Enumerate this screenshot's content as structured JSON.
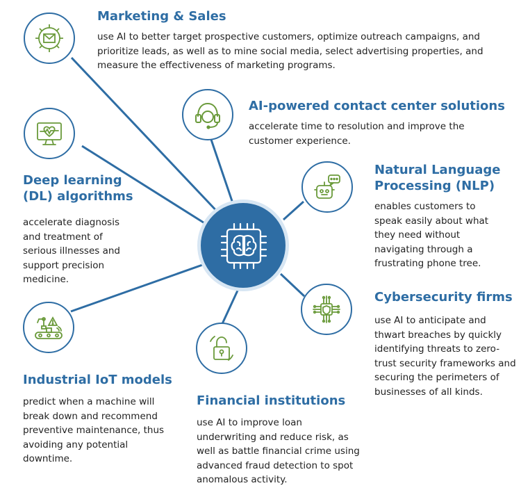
{
  "colors": {
    "accent": "#2e6da4",
    "icon_green": "#6a9a3a",
    "text": "#222222"
  },
  "hub": {
    "icon": "ai-brain-chip-icon"
  },
  "sections": {
    "marketing": {
      "icon": "envelope-gear-icon",
      "title": "Marketing & Sales",
      "lines": [
        "use AI to better target prospective customers, optimize outreach campaigns, and",
        "prioritize leads, as well as to mine social media, select advertising properties, and",
        "measure the effectiveness of marketing programs."
      ]
    },
    "contact_center": {
      "icon": "headset-icon",
      "title": "AI-powered contact center solutions",
      "lines": [
        "accelerate time to resolution and improve the",
        "customer experience."
      ]
    },
    "nlp": {
      "icon": "chatbot-icon",
      "title_lines": [
        "Natural Language",
        "Processing (NLP)"
      ],
      "lines": [
        "enables customers to",
        "speak easily about what",
        "they need without",
        "navigating through a",
        "frustrating phone tree."
      ]
    },
    "deep_learning": {
      "icon": "heart-monitor-icon",
      "title_lines": [
        "Deep learning",
        "(DL) algorithms"
      ],
      "lines": [
        "accelerate diagnosis",
        "and treatment of",
        "serious illnesses and",
        "support precision",
        "medicine."
      ]
    },
    "cybersecurity": {
      "icon": "shield-circuit-icon",
      "title": "Cybersecurity firms",
      "lines": [
        "use AI to anticipate and",
        "thwart breaches by quickly",
        "identifying threats to zero-",
        "trust security frameworks and",
        "securing the perimeters of",
        "businesses of all kinds."
      ]
    },
    "industrial_iot": {
      "icon": "robot-arm-conveyor-icon",
      "title": "Industrial IoT models",
      "lines": [
        "predict when a machine will",
        "break down and recommend",
        "preventive maintenance, thus",
        "avoiding any potential",
        "downtime."
      ]
    },
    "financial": {
      "icon": "padlock-icon",
      "title": "Financial institutions",
      "lines": [
        "use AI to improve loan",
        "underwriting and reduce risk, as",
        "well as battle financial crime using",
        "advanced fraud detection to spot",
        "anomalous activity."
      ]
    }
  }
}
